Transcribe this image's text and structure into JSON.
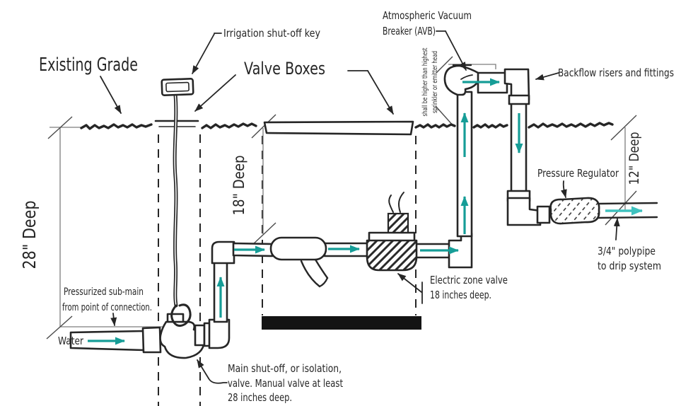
{
  "colors": {
    "ink": "#262626",
    "flow": "#169d97",
    "flowlight": "#3fc2bf",
    "bar": "#141414",
    "dim": "#7d7d7d"
  },
  "labels": {
    "existing_grade": "Existing Grade",
    "irrigation_key": "Irrigation shut-off key",
    "valve_boxes": "Valve Boxes",
    "avb": {
      "line1": "Atmospheric Vacuum",
      "line2": "Breaker (AVB)"
    },
    "avb_note": {
      "line1": "shall be higher than highest",
      "line2": "sprinkler or emitter head"
    },
    "backflow": "Backflow risers and fittings",
    "pressure_regulator": "Pressure Regulator",
    "dims": {
      "d28": "28\" Deep",
      "d18": "18\" Deep",
      "d12": "12\" Deep"
    },
    "submain": {
      "line1": "Pressurized sub-main",
      "line2": "from point of connection."
    },
    "water": "Water",
    "main_valve": {
      "line1": "Main shut-off, or isolation,",
      "line2": "valve. Manual valve at least",
      "line3": "28 inches deep."
    },
    "zone_valve": {
      "line1": "Electric zone valve",
      "line2": "18 inches deep."
    },
    "polypipe": {
      "line1": "3/4\" polypipe",
      "line2": "to drip system"
    }
  }
}
